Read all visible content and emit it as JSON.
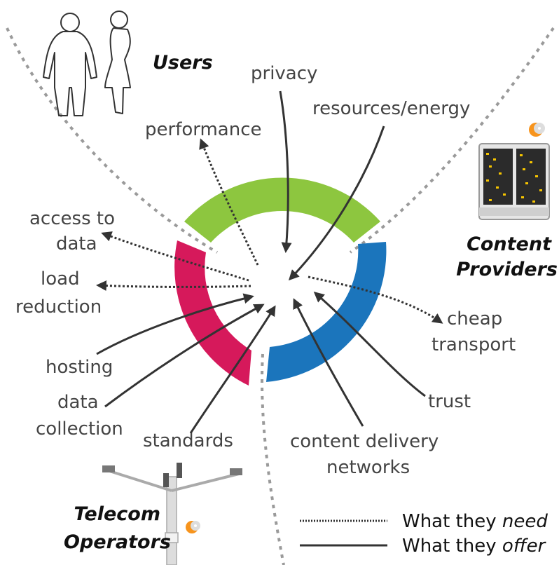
{
  "groups": {
    "users": "Users",
    "content_providers": [
      "Content",
      "Providers"
    ],
    "telecom_operators": [
      "Telecom",
      "Operators"
    ]
  },
  "needs": {
    "performance": "performance",
    "access_to_data": [
      "access to",
      "data"
    ],
    "load_reduction": [
      "load",
      "reduction"
    ],
    "cheap_transport": [
      "cheap",
      "transport"
    ]
  },
  "offers": {
    "privacy": "privacy",
    "resources_energy": "resources/energy",
    "hosting": "hosting",
    "data_collection": [
      "data",
      "collection"
    ],
    "standards": "standards",
    "content_delivery_networks": [
      "content delivery",
      "networks"
    ],
    "trust": "trust"
  },
  "legend": {
    "need_prefix": "What they ",
    "need_emph": "need",
    "offer_prefix": "What they ",
    "offer_emph": "offer"
  },
  "colors": {
    "users_segment": "#8dc63f",
    "providers_segment": "#1b75bc",
    "operators_segment": "#d6195b",
    "divider": "#9a9a9a",
    "arrow": "#333333"
  },
  "icons": {
    "users": "people-silhouette-icon",
    "content_providers": "server-rack-icon",
    "telecom_operators": "street-lamp-antenna-icon",
    "disc_badge": "disc-icon"
  }
}
